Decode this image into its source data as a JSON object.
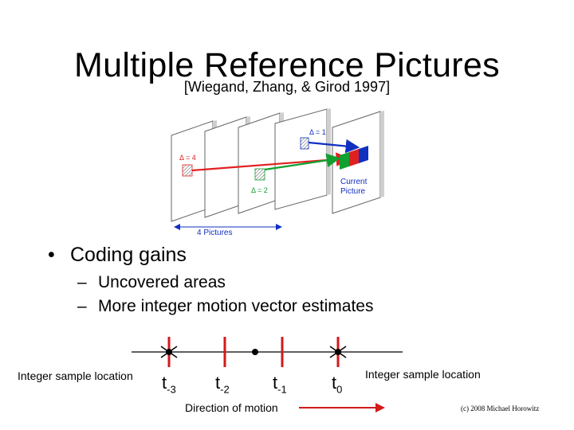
{
  "slide": {
    "title": "Multiple Reference Pictures",
    "citation": "[Wiegand, Zhang, & Girod 1997]",
    "figure": {
      "delta_far": "Δ = 4",
      "delta_mid": "Δ = 2",
      "delta_near": "Δ = 1",
      "current_label_1": "Current",
      "current_label_2": "Picture",
      "span_label": "4 Pictures"
    },
    "bullet": "Coding gains",
    "subbullets": [
      "Uncovered areas",
      "More integer motion vector estimates"
    ],
    "timeline": {
      "label_left": "Integer sample location",
      "label_right": "Integer sample location",
      "t_base": "t",
      "subs": [
        "-3",
        "-2",
        "-1",
        "0"
      ],
      "direction": "Direction of motion"
    },
    "credit": "(c) 2008 Michael Horowitz"
  },
  "colors": {
    "red": "#e02020",
    "green": "#10a030",
    "blue": "#1030c0",
    "timeline_red": "#d21a1a"
  }
}
